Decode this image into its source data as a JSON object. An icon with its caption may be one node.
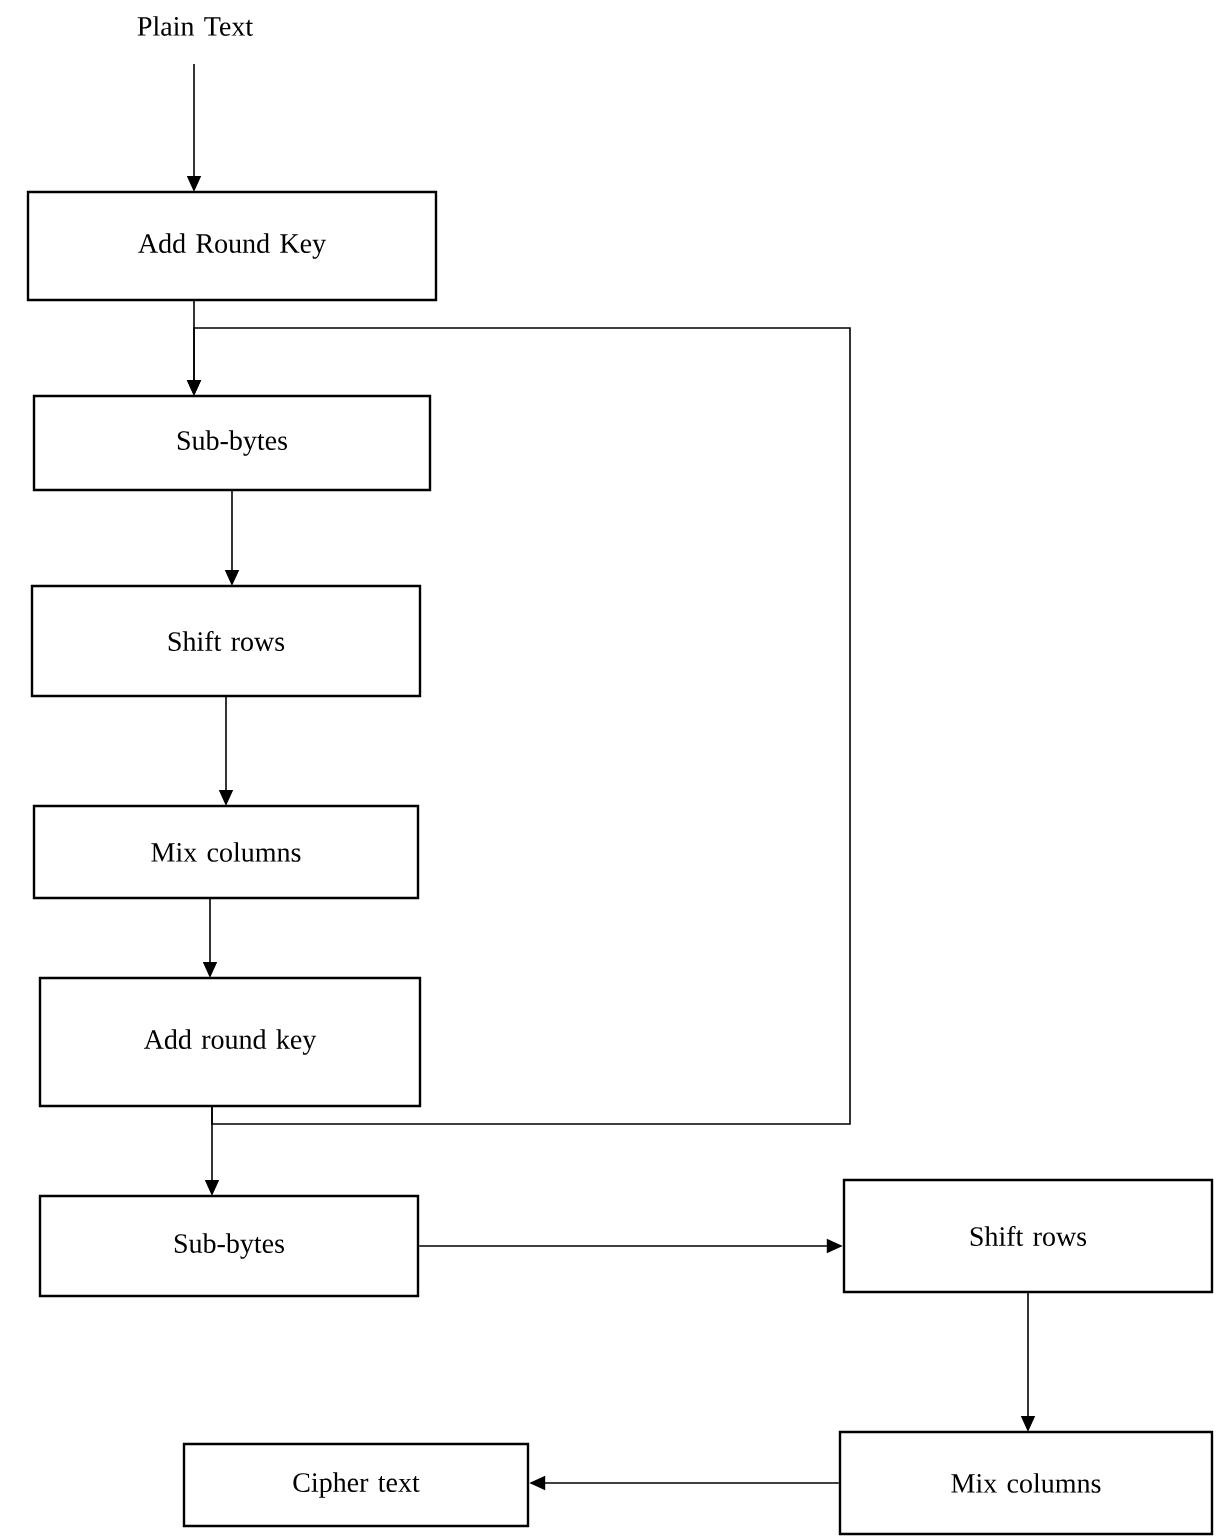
{
  "diagram": {
    "nodes": [
      {
        "text": [
          "Plain Text"
        ]
      },
      {
        "text": [
          "Add Round Key"
        ]
      },
      {
        "text": [
          "Sub-bytes"
        ]
      },
      {
        "text": [
          "Shift rows"
        ]
      },
      {
        "text": [
          "Mix columns"
        ]
      },
      {
        "text": [
          "Add round key"
        ]
      },
      {
        "text": [
          "Sub-bytes"
        ]
      },
      {
        "text": [
          "Shift rows"
        ]
      },
      {
        "text": [
          "Mix columns"
        ]
      },
      {
        "text": [
          "Cipher text"
        ]
      }
    ],
    "edges": [
      {
        "from": 0,
        "to": 1,
        "arrow": "to"
      },
      {
        "from": 1,
        "to": 2,
        "arrow": "to"
      },
      {
        "from": 2,
        "to": 3,
        "arrow": "to"
      },
      {
        "from": 3,
        "to": 4,
        "arrow": "to"
      },
      {
        "from": 4,
        "to": 5,
        "arrow": "to"
      },
      {
        "from": 5,
        "to": 2,
        "arrow": "to"
      },
      {
        "from": 5,
        "to": 6,
        "arrow": "to"
      },
      {
        "from": 6,
        "to": 7,
        "arrow": "to"
      },
      {
        "from": 7,
        "to": 8,
        "arrow": "to"
      },
      {
        "from": 8,
        "to": 9,
        "arrow": "to"
      }
    ]
  }
}
